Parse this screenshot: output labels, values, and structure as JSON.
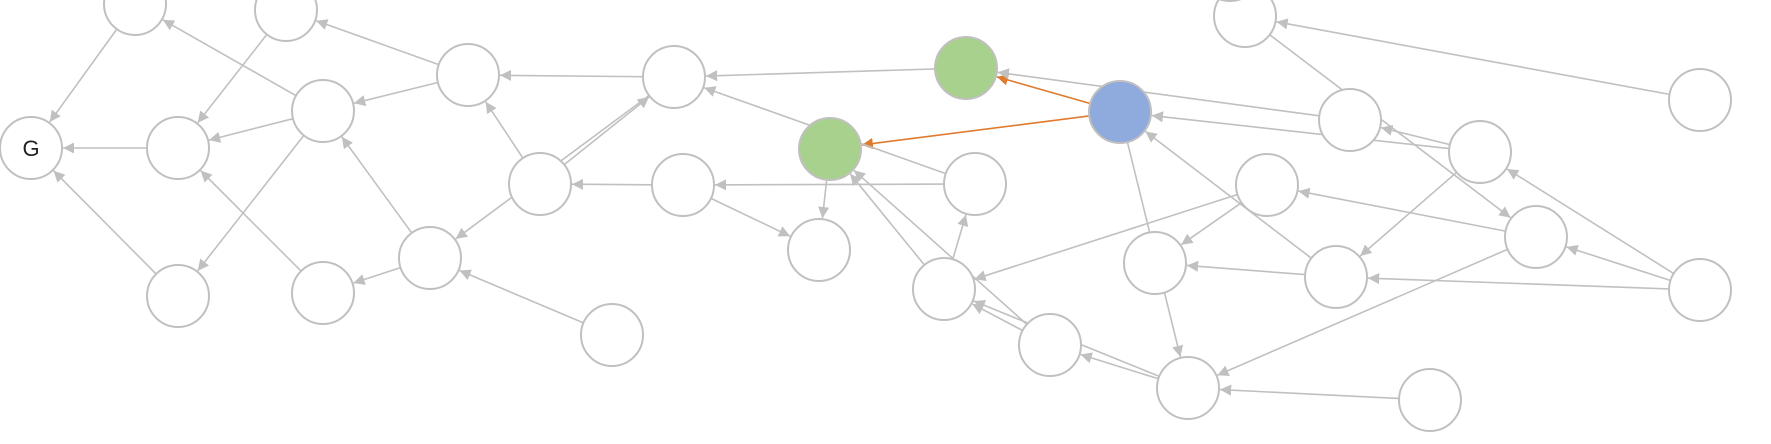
{
  "graph": {
    "colors": {
      "edge": "#c0c0c0",
      "highlight_edge": "#e07a2e",
      "node_stroke": "#c0c0c0",
      "node_fill": "#ffffff",
      "green_fill": "#a9d18e",
      "blue_fill": "#8faadc",
      "label": "#222222"
    },
    "nodes": [
      {
        "id": "G",
        "label": "G",
        "kind": "plain"
      },
      {
        "id": "n1",
        "label": "",
        "kind": "plain"
      },
      {
        "id": "n2",
        "label": "",
        "kind": "plain"
      },
      {
        "id": "n3",
        "label": "",
        "kind": "plain"
      },
      {
        "id": "n4",
        "label": "",
        "kind": "plain"
      },
      {
        "id": "n5",
        "label": "",
        "kind": "plain"
      },
      {
        "id": "n6",
        "label": "",
        "kind": "plain"
      },
      {
        "id": "n7",
        "label": "",
        "kind": "plain"
      },
      {
        "id": "n8",
        "label": "",
        "kind": "plain"
      },
      {
        "id": "n9",
        "label": "",
        "kind": "plain"
      },
      {
        "id": "n10",
        "label": "",
        "kind": "plain"
      },
      {
        "id": "n11",
        "label": "",
        "kind": "plain"
      },
      {
        "id": "n12",
        "label": "",
        "kind": "plain"
      },
      {
        "id": "n13",
        "label": "",
        "kind": "plain"
      },
      {
        "id": "n14",
        "label": "",
        "kind": "green"
      },
      {
        "id": "n15",
        "label": "",
        "kind": "green"
      },
      {
        "id": "n16",
        "label": "",
        "kind": "blue"
      },
      {
        "id": "n17",
        "label": "",
        "kind": "plain"
      },
      {
        "id": "n18",
        "label": "",
        "kind": "plain"
      },
      {
        "id": "n19",
        "label": "",
        "kind": "plain"
      },
      {
        "id": "n20",
        "label": "",
        "kind": "plain"
      },
      {
        "id": "n21",
        "label": "",
        "kind": "plain"
      },
      {
        "id": "n22",
        "label": "",
        "kind": "plain"
      },
      {
        "id": "n23",
        "label": "",
        "kind": "plain"
      },
      {
        "id": "n24",
        "label": "",
        "kind": "plain"
      },
      {
        "id": "n25",
        "label": "",
        "kind": "plain"
      },
      {
        "id": "n26",
        "label": "",
        "kind": "plain"
      },
      {
        "id": "n27",
        "label": "",
        "kind": "plain"
      },
      {
        "id": "n28",
        "label": "",
        "kind": "plain"
      },
      {
        "id": "n29",
        "label": "",
        "kind": "plain"
      },
      {
        "id": "n30",
        "label": "",
        "kind": "plain"
      },
      {
        "id": "n31",
        "label": "",
        "kind": "plain"
      }
    ],
    "edges": [
      {
        "from": "n1",
        "to": "G"
      },
      {
        "from": "n3",
        "to": "G"
      },
      {
        "from": "n4",
        "to": "G"
      },
      {
        "from": "n2",
        "to": "n3"
      },
      {
        "from": "n5",
        "to": "n3"
      },
      {
        "from": "n6",
        "to": "n3"
      },
      {
        "from": "n5",
        "to": "n1"
      },
      {
        "from": "n5",
        "to": "n4"
      },
      {
        "from": "n7",
        "to": "n2"
      },
      {
        "from": "n7",
        "to": "n5"
      },
      {
        "from": "n8",
        "to": "n5"
      },
      {
        "from": "n8",
        "to": "n6"
      },
      {
        "from": "n9",
        "to": "n7"
      },
      {
        "from": "n9",
        "to": "n8"
      },
      {
        "from": "n10",
        "to": "n7"
      },
      {
        "from": "n10",
        "to": "n9"
      },
      {
        "from": "n12",
        "to": "n8"
      },
      {
        "from": "n11",
        "to": "n10"
      },
      {
        "from": "n11",
        "to": "n13"
      },
      {
        "from": "n14",
        "to": "n13"
      },
      {
        "from": "n15",
        "to": "n9"
      },
      {
        "from": "n16",
        "to": "n15",
        "highlight": true
      },
      {
        "from": "n16",
        "to": "n14",
        "highlight": true
      },
      {
        "from": "n16",
        "to": "n23"
      },
      {
        "from": "n17",
        "to": "n9"
      },
      {
        "from": "n17",
        "to": "n11"
      },
      {
        "from": "n18",
        "to": "n14"
      },
      {
        "from": "n18",
        "to": "n17"
      },
      {
        "from": "n19",
        "to": "n14"
      },
      {
        "from": "n19",
        "to": "n18"
      },
      {
        "from": "n23",
        "to": "n19"
      },
      {
        "from": "n23",
        "to": "n18"
      },
      {
        "from": "n24",
        "to": "n16"
      },
      {
        "from": "n24",
        "to": "n20"
      },
      {
        "from": "n24",
        "to": "n25"
      },
      {
        "from": "n25",
        "to": "n16"
      },
      {
        "from": "n25",
        "to": "n21"
      },
      {
        "from": "n22",
        "to": "n21"
      },
      {
        "from": "n22",
        "to": "n18"
      },
      {
        "from": "n26",
        "to": "n22"
      },
      {
        "from": "n26",
        "to": "n23"
      },
      {
        "from": "n27",
        "to": "n26"
      },
      {
        "from": "n27",
        "to": "n31"
      },
      {
        "from": "n28",
        "to": "n24"
      },
      {
        "from": "n28",
        "to": "n25"
      },
      {
        "from": "n28",
        "to": "n26"
      },
      {
        "from": "n29",
        "to": "n27"
      },
      {
        "from": "n30",
        "to": "n23"
      },
      {
        "from": "n20",
        "to": "n15"
      }
    ]
  }
}
